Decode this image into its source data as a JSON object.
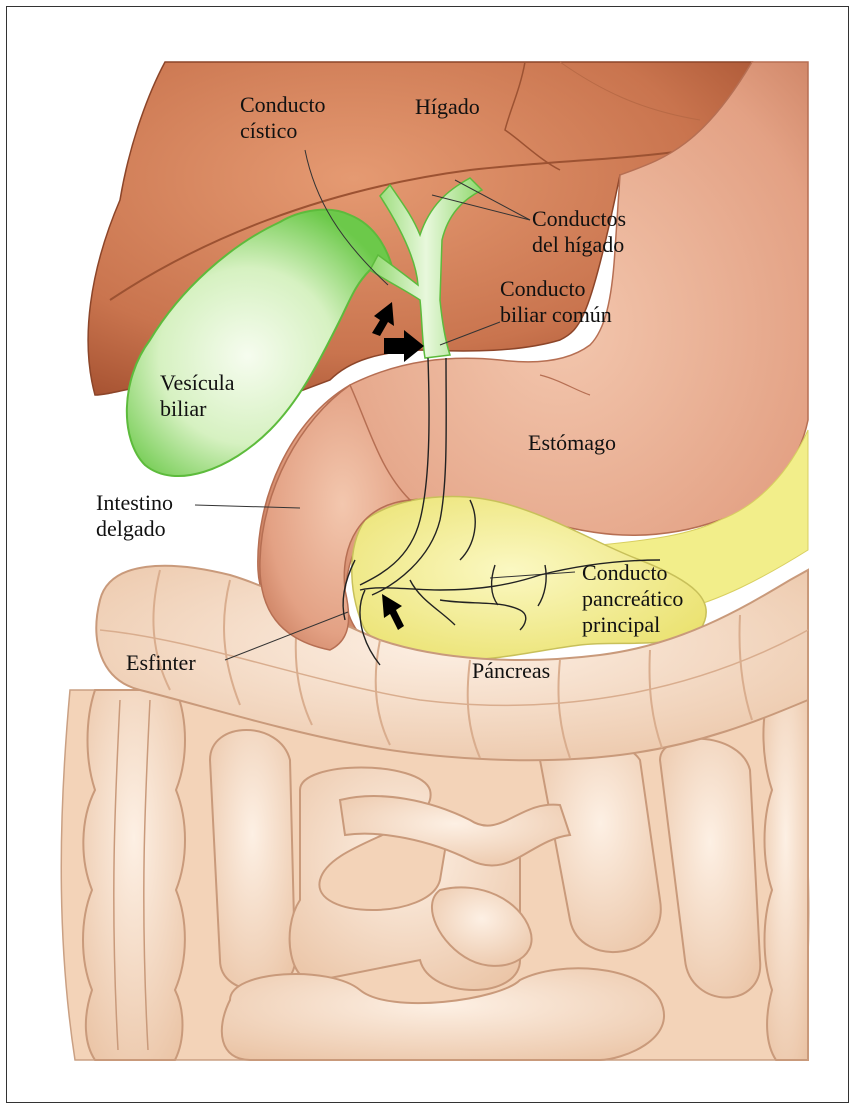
{
  "labels": {
    "conducto_cistico": "Conducto\ncístico",
    "higado": "Hígado",
    "conductos_higado": "Conductos\ndel hígado",
    "conducto_biliar_comun": "Conducto\nbiliar común",
    "vesicula_biliar": "Vesícula\nbiliar",
    "estomago": "Estómago",
    "intestino_delgado": "Intestino\ndelgado",
    "conducto_pancreatico_principal": "Conducto\npancreático\nprincipal",
    "esfinter": "Esfinter",
    "pancreas": "Páncreas"
  },
  "colors": {
    "liver": "#c9744e",
    "liver_dark": "#a85433",
    "gallbladder": "#7fd65c",
    "gallbladder_light": "#e8f7d8",
    "stomach": "#e3a184",
    "pancreas": "#f2ee8a",
    "intestine": "#f7dcc4",
    "intestine_shadow": "#e2b899",
    "arrow": "#000000"
  },
  "icons": [
    "arrow-icon"
  ]
}
